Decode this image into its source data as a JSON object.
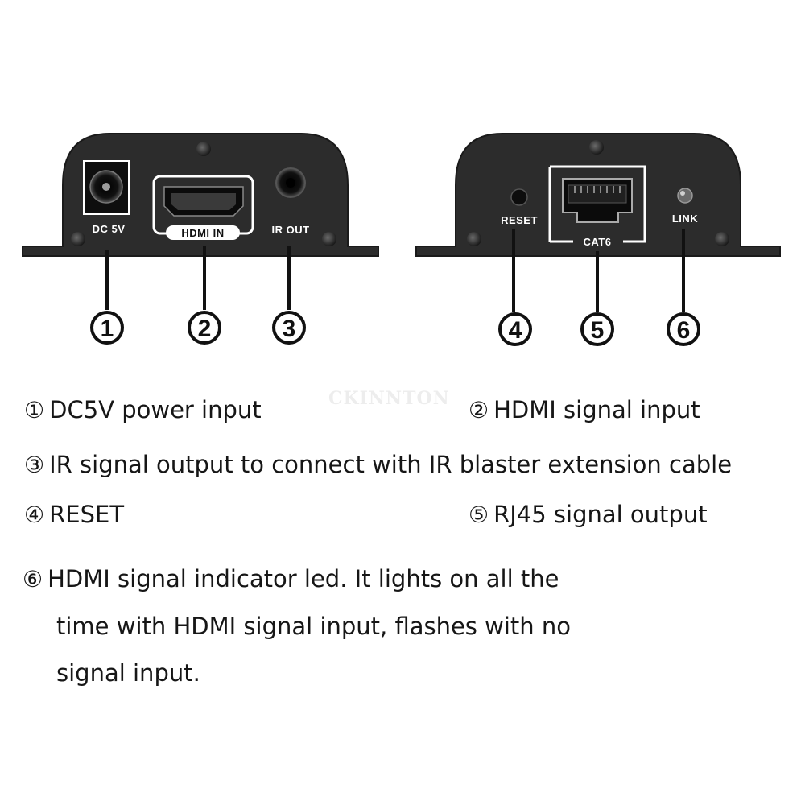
{
  "labels": {
    "dc": "DC 5V",
    "hdmi_in": "HDMI IN",
    "ir_out": "IR OUT",
    "reset": "RESET",
    "cat6": "CAT6",
    "link": "LINK"
  },
  "callouts": [
    "①",
    "②",
    "③",
    "④",
    "⑤",
    "⑥"
  ],
  "watermark": "CKINNTON",
  "legend": {
    "item1": {
      "num": "①",
      "text": "DC5V power input"
    },
    "item2": {
      "num": "②",
      "text": "HDMI signal input"
    },
    "item3": {
      "num": "③",
      "text": "IR signal output to connect with IR blaster extension cable"
    },
    "item4": {
      "num": "④",
      "text": "RESET"
    },
    "item5": {
      "num": "⑤",
      "text": "RJ45 signal output"
    },
    "item6": {
      "num": "⑥",
      "line1": "HDMI signal indicator led. It lights on all the",
      "line2": "time with HDMI signal input, flashes with no",
      "line3": "signal input."
    }
  },
  "colors": {
    "device_body": "#2c2c2c",
    "port_outline": "#ffffff",
    "text": "#161616"
  }
}
